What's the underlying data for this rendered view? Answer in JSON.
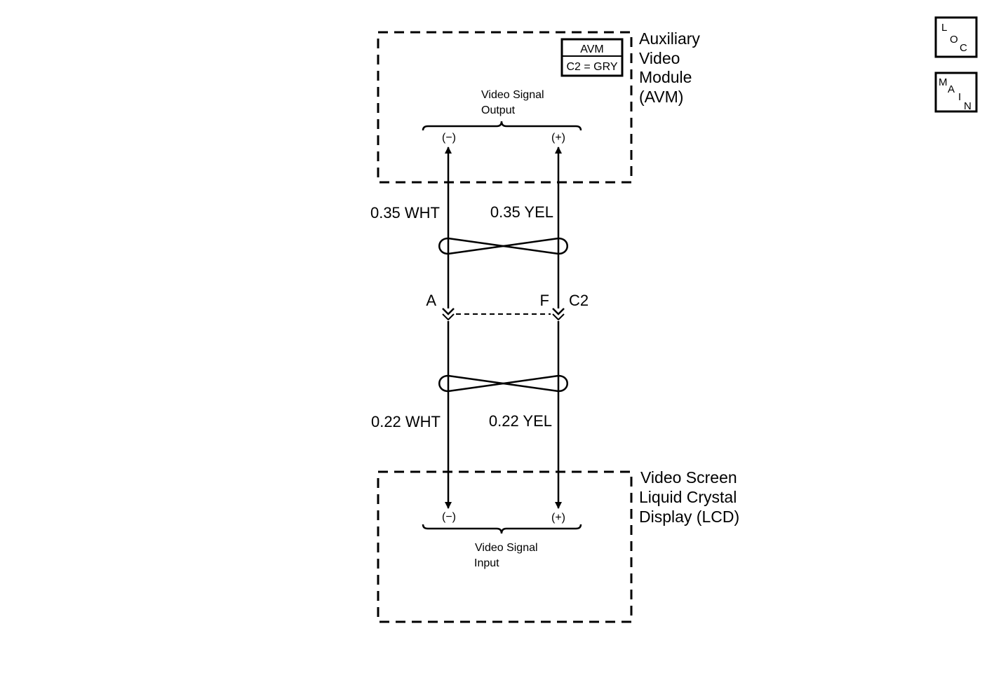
{
  "modules": {
    "avm": {
      "name_lines": [
        "Auxiliary",
        "Video",
        "Module",
        "(AVM)"
      ],
      "connector_box": {
        "name": "AVM",
        "connector": "C2 = GRY"
      },
      "signal_label_lines": [
        "Video Signal",
        "Output"
      ],
      "pin_minus": "(−)",
      "pin_plus": "(+)"
    },
    "lcd": {
      "name_lines": [
        "Video Screen",
        "Liquid Crystal",
        "Display (LCD)"
      ],
      "signal_label_lines": [
        "Video Signal",
        "Input"
      ],
      "pin_minus": "(−)",
      "pin_plus": "(+)"
    }
  },
  "wires": {
    "upper_left": "0.35 WHT",
    "upper_right": "0.35 YEL",
    "lower_left": "0.22 WHT",
    "lower_right": "0.22 YEL"
  },
  "connector": {
    "pin_left": "A",
    "pin_right": "F",
    "id": "C2"
  },
  "nav_buttons": {
    "loc": [
      "L",
      "O",
      "C"
    ],
    "main": [
      "M",
      "A",
      "I",
      "N"
    ]
  }
}
